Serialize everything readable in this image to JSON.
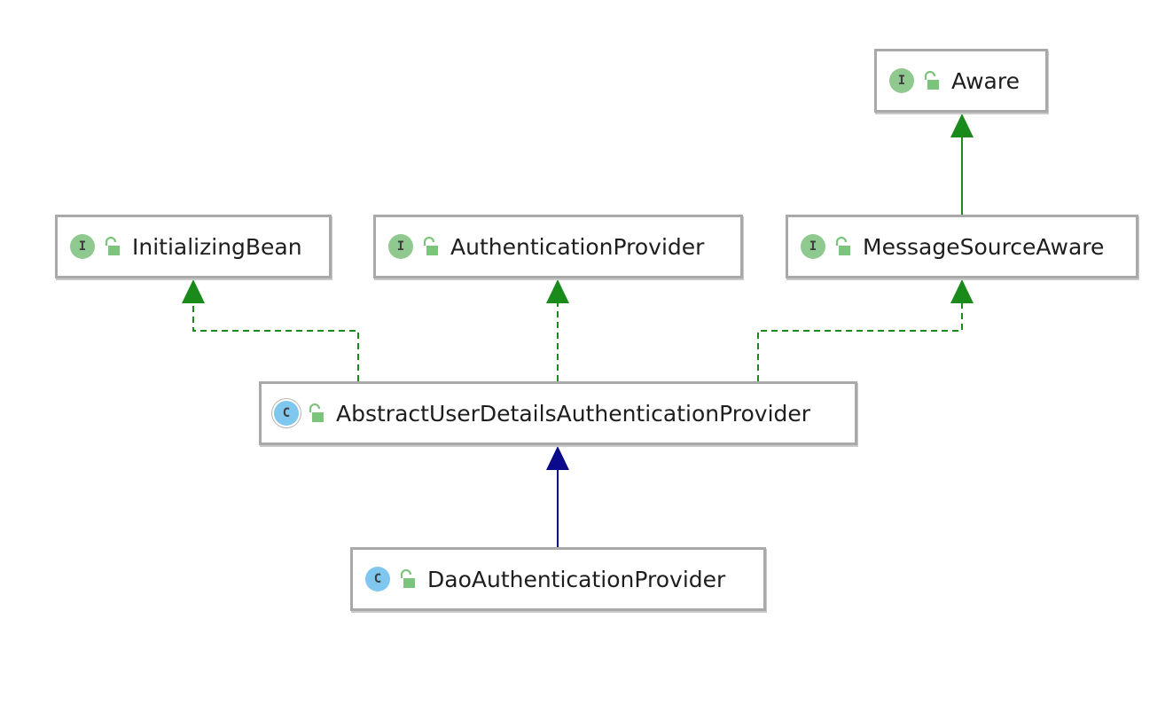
{
  "nodes": {
    "aware": {
      "name": "Aware",
      "kind_glyph": "I",
      "kind": "interface"
    },
    "initializing_bean": {
      "name": "InitializingBean",
      "kind_glyph": "I",
      "kind": "interface"
    },
    "authentication_provider": {
      "name": "AuthenticationProvider",
      "kind_glyph": "I",
      "kind": "interface"
    },
    "message_source_aware": {
      "name": "MessageSourceAware",
      "kind_glyph": "I",
      "kind": "interface"
    },
    "abstract_user_details_authentication_provider": {
      "name": "AbstractUserDetailsAuthenticationProvider",
      "kind_glyph": "C",
      "kind": "abstract-class"
    },
    "dao_authentication_provider": {
      "name": "DaoAuthenticationProvider",
      "kind_glyph": "C",
      "kind": "class"
    }
  },
  "edges": [
    {
      "from": "message_source_aware",
      "to": "aware",
      "type": "extends"
    },
    {
      "from": "abstract_user_details_authentication_provider",
      "to": "initializing_bean",
      "type": "implements"
    },
    {
      "from": "abstract_user_details_authentication_provider",
      "to": "authentication_provider",
      "type": "implements"
    },
    {
      "from": "abstract_user_details_authentication_provider",
      "to": "message_source_aware",
      "type": "implements"
    },
    {
      "from": "dao_authentication_provider",
      "to": "abstract_user_details_authentication_provider",
      "type": "extends"
    }
  ],
  "colors": {
    "interface_edge": "#1a8a1a",
    "class_edge": "#0a0a8a",
    "interface_badge": "#8fc98f",
    "class_badge": "#7fc7ee",
    "lock": "#7cc47c",
    "node_border": "#a9a9a9"
  },
  "icons": {
    "visibility": "unlocked-padlock-icon"
  }
}
